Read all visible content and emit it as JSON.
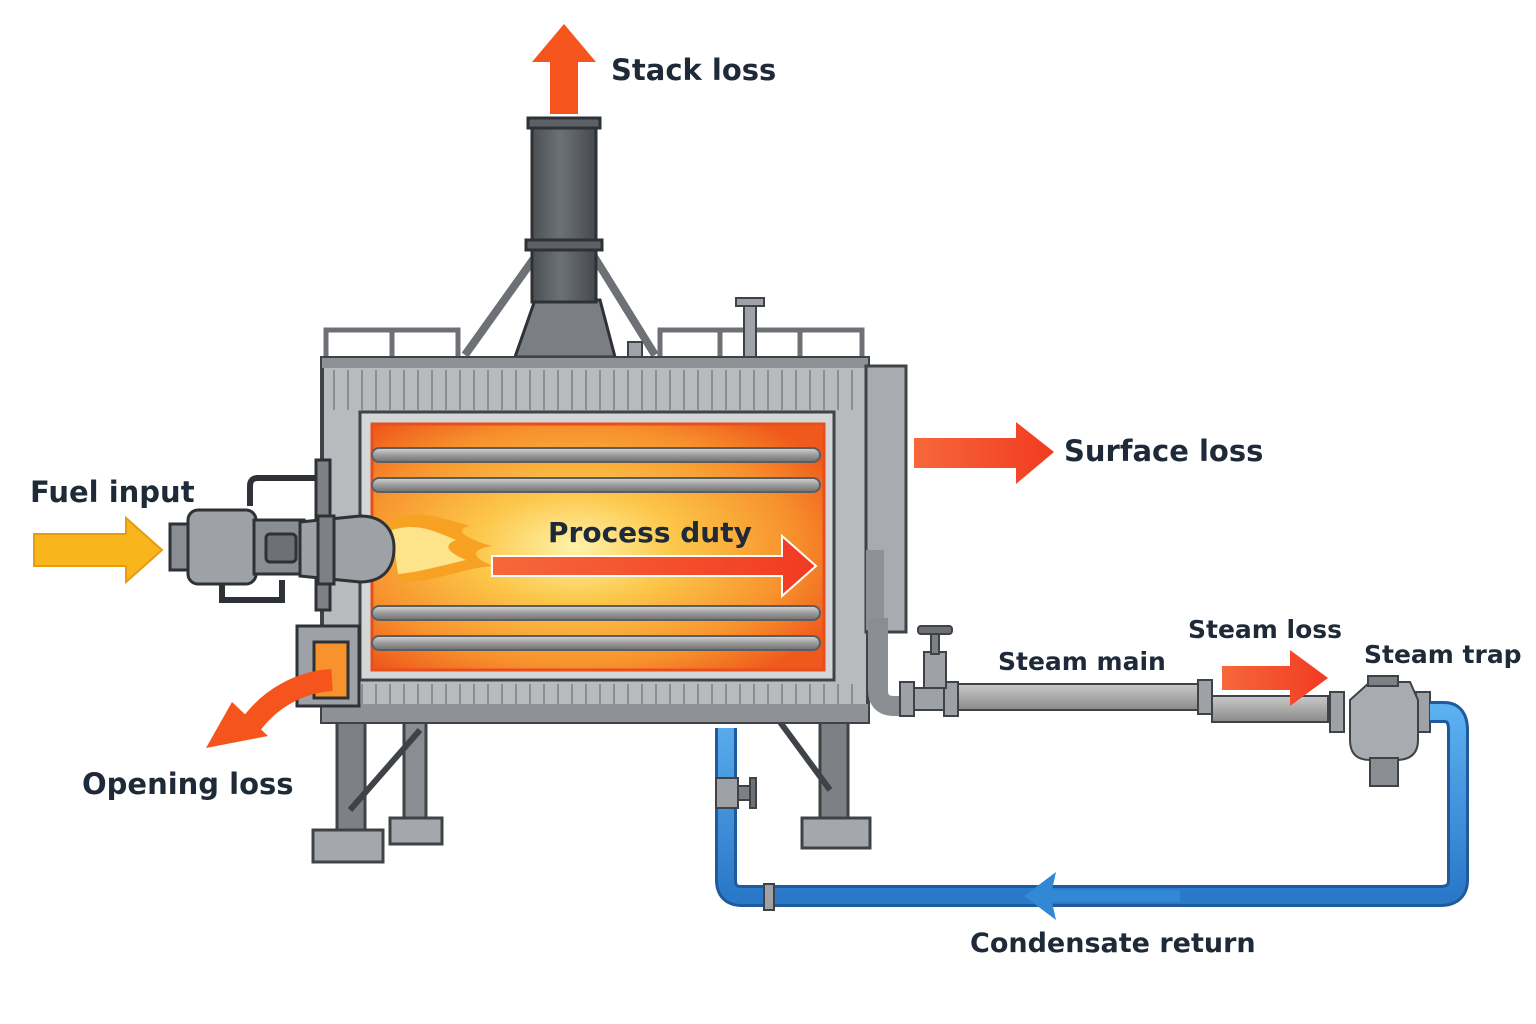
{
  "labels": {
    "stack_loss": "Stack loss",
    "surface_loss": "Surface loss",
    "fuel_input": "Fuel input",
    "process_duty": "Process duty",
    "opening_loss": "Opening loss",
    "steam_main": "Steam main",
    "steam_loss": "Steam loss",
    "steam_trap": "Steam trap",
    "condensate_return": "Condensate return"
  },
  "colors": {
    "loss_arrow": "#f5541c",
    "fuel_arrow": "#f9b51c",
    "condensate": "#3388d6",
    "steel": "#9a9a9a",
    "steel_dark": "#555a5f",
    "chamber_hot": "#fbb937",
    "chamber_edge": "#f05a1e",
    "label_text": "#1f2a38"
  }
}
